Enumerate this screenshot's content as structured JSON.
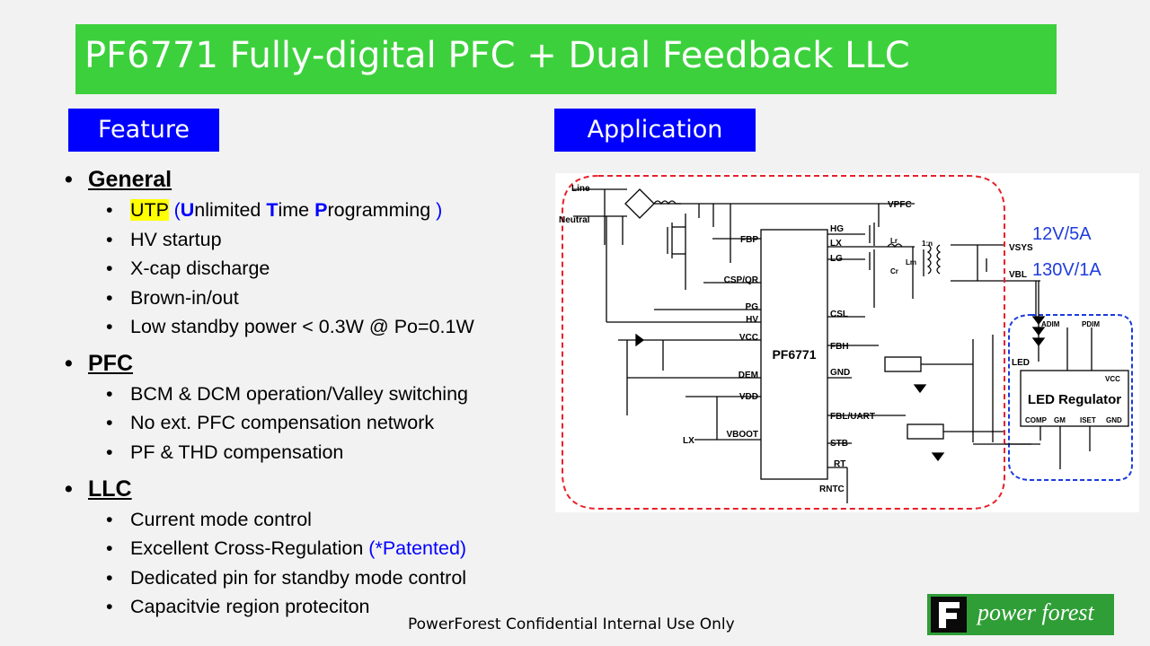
{
  "title": "PF6771 Fully-digital PFC + Dual Feedback LLC",
  "feature_tag": "Feature",
  "application_tag": "Application",
  "bullet": "•",
  "sub_bullet": "•",
  "general": {
    "heading": "General",
    "utp": {
      "abbr": "UTP",
      "open": " (",
      "u": "U",
      "u_rest": "nlimited ",
      "t": "T",
      "t_rest": "ime ",
      "p": "P",
      "p_rest": "rogramming ",
      "close": ")"
    },
    "items": [
      "HV startup",
      "X-cap discharge",
      "Brown-in/out",
      "Low standby power < 0.3W @ Po=0.1W"
    ]
  },
  "pfc": {
    "heading": "PFC",
    "items": [
      "BCM & DCM operation/Valley switching",
      "No ext. PFC compensation network",
      "PF & THD compensation"
    ]
  },
  "llc": {
    "heading": "LLC",
    "items": [
      "Current mode control",
      "Excellent Cross-Regulation ",
      "Dedicated pin for standby mode control",
      "Capacitvie region proteciton"
    ],
    "patented": "(*Patented)"
  },
  "diagram": {
    "chip_name": "PF6771",
    "input_labels": {
      "line": "Line",
      "neutral": "Neutral"
    },
    "left_pins": [
      "FBP",
      "CSP/QR",
      "PG",
      "HV",
      "VCC",
      "DEM",
      "VDD",
      "VBOOT"
    ],
    "right_pins": [
      "HG",
      "LX",
      "LG",
      "CSL",
      "FBH",
      "GND",
      "FBL/UART",
      "STB",
      "RT",
      "RNTC"
    ],
    "net_labels": {
      "vpfc": "VPFC",
      "vsys": "VSYS",
      "vbl": "VBL",
      "lx_in": "LX",
      "ratio": "1:n",
      "lr": "Lr",
      "lm": "Lm",
      "cr": "Cr",
      "led": "LED"
    },
    "outputs": [
      "12V/5A",
      "130V/1A"
    ],
    "led_regulator": {
      "name": "LED Regulator",
      "top_pins": [
        "ADIM",
        "PDIM"
      ],
      "vcc": "VCC",
      "bottom_pins": [
        "COMP",
        "GM",
        "ISET",
        "GND"
      ]
    },
    "colors": {
      "main_outline": "#e8202a",
      "led_outline": "#1a3bdc",
      "output_text": "#1f3cdc"
    }
  },
  "footer": "PowerForest Confidential Internal Use Only",
  "logo": {
    "text": "power forest",
    "brand_color": "#2f9e36"
  }
}
